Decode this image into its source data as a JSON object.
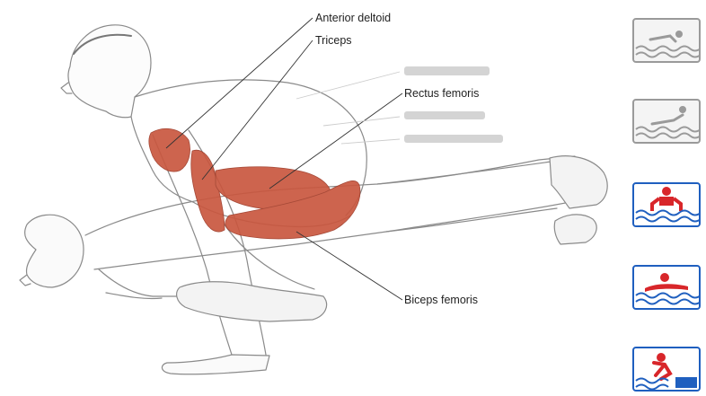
{
  "labels": {
    "anterior_deltoid": "Anterior deltoid",
    "triceps": "Triceps",
    "rectus_femoris": "Rectus femoris",
    "biceps_femoris": "Biceps femoris"
  },
  "colors": {
    "muscle": "#c9573f",
    "muscle_dark": "#9e3a27",
    "outline": "#8a8a8a",
    "icon_gray": "#9a9a9a",
    "icon_blue": "#1f5fbf",
    "icon_red": "#d8262a"
  },
  "icons": [
    "swimmer-gray-freestyle-icon",
    "swimmer-gray-diving-icon",
    "swimmer-red-pushup-icon",
    "swimmer-red-plank-icon",
    "swimmer-red-crouch-icon"
  ]
}
